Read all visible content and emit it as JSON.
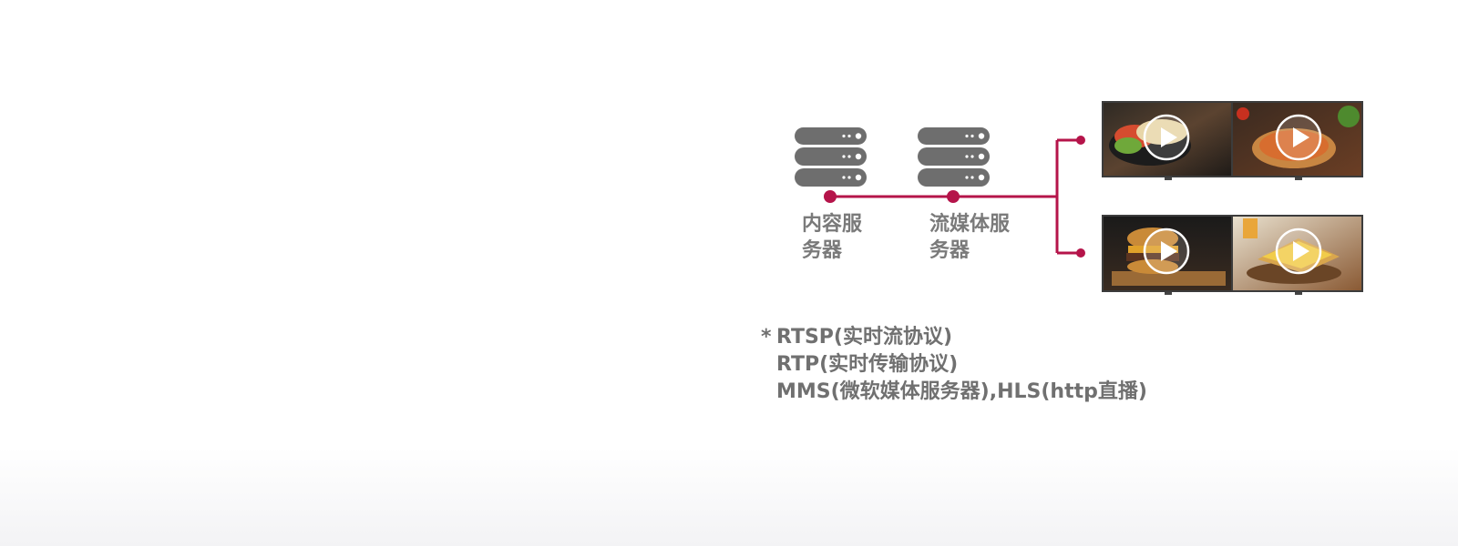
{
  "diagram": {
    "servers": [
      {
        "label_line1": "内容服",
        "label_line2": "务器"
      },
      {
        "label_line1": "流媒体服",
        "label_line2": "务器"
      }
    ],
    "displays": [
      {
        "panels": [
          {
            "content": "food-wrap-salad",
            "play_icon": "play-icon"
          },
          {
            "content": "food-pizza",
            "play_icon": "play-icon"
          }
        ]
      },
      {
        "panels": [
          {
            "content": "food-burger",
            "play_icon": "play-icon"
          },
          {
            "content": "food-grilled-sandwich",
            "play_icon": "play-icon"
          }
        ]
      }
    ],
    "colors": {
      "server": "#6e6e6e",
      "connector": "#b5144a",
      "label": "#7a7a7a",
      "bezel": "#3c3c3c"
    }
  },
  "notes": {
    "asterisk": "*",
    "line1": "RTSP(实时流协议)",
    "line2": "RTP(实时传输协议)",
    "line3": "MMS(微软媒体服务器),HLS(http直播)"
  }
}
